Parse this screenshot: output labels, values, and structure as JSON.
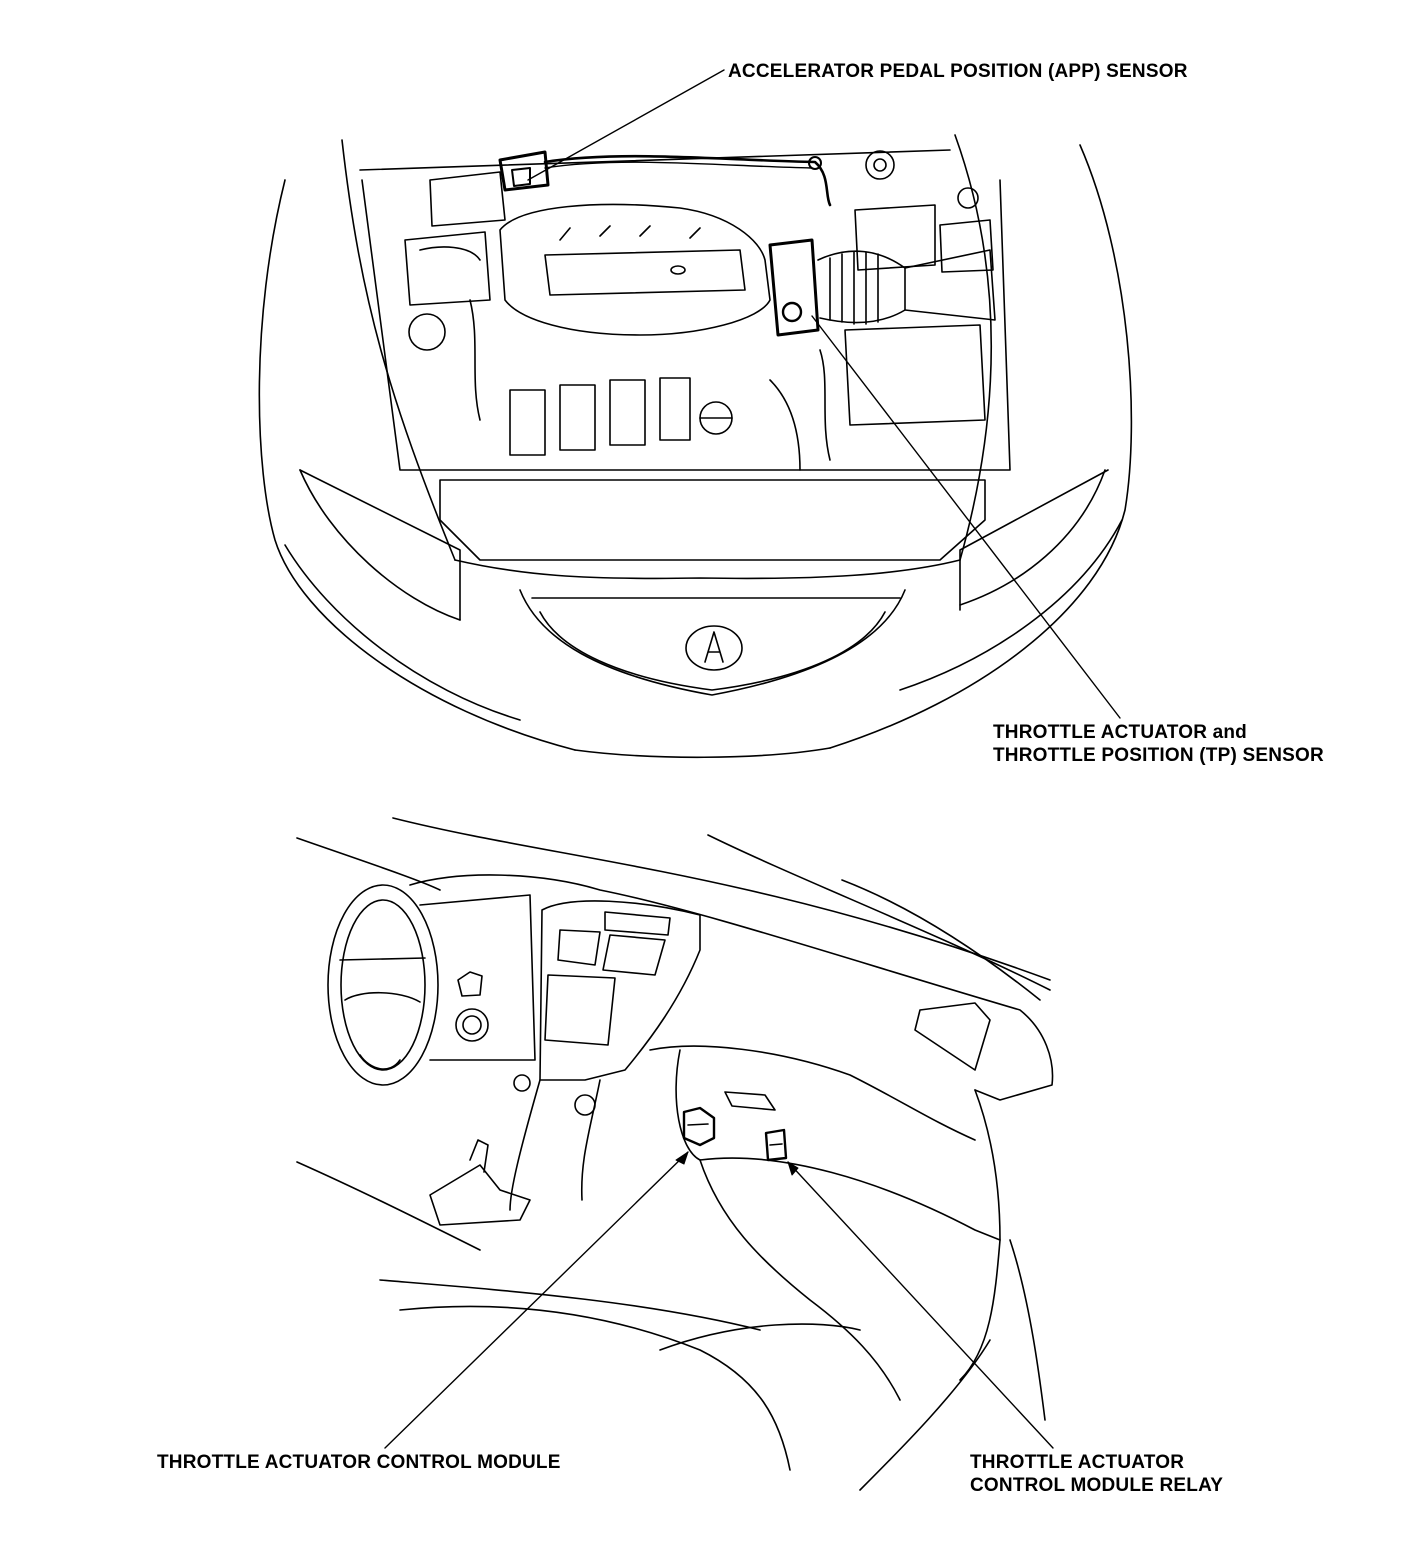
{
  "labels": {
    "app_sensor": "ACCELERATOR PEDAL POSITION (APP) SENSOR",
    "throttle_actuator_line1": "THROTTLE ACTUATOR and",
    "throttle_actuator_line2": "THROTTLE POSITION (TP) SENSOR",
    "control_module": "THROTTLE ACTUATOR CONTROL MODULE",
    "relay_line1": "THROTTLE ACTUATOR",
    "relay_line2": "CONTROL MODULE RELAY"
  },
  "style": {
    "ink": "#000000",
    "paper": "#ffffff"
  }
}
